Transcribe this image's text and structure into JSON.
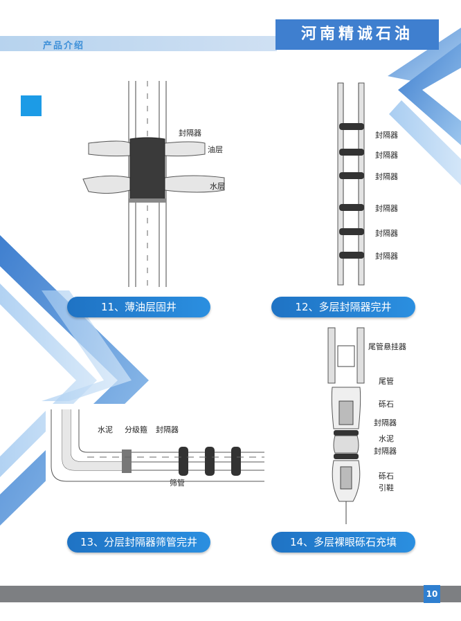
{
  "header": {
    "section_label": "产品介绍",
    "brand_name": "河南精诚石油"
  },
  "figures": [
    {
      "caption": "11、薄油层固井",
      "labels": [
        "封隔器",
        "油层",
        "水层"
      ]
    },
    {
      "caption": "12、多层封隔器完井",
      "labels": [
        "封隔器",
        "封隔器",
        "封隔器",
        "封隔器",
        "封隔器",
        "封隔器"
      ]
    },
    {
      "caption": "13、分层封隔器筛管完井",
      "labels": [
        "水泥",
        "分级箍",
        "封隔器",
        "筛管"
      ]
    },
    {
      "caption": "14、多层裸眼砾石充填",
      "labels": [
        "尾管悬挂器",
        "尾管",
        "砾石",
        "封隔器",
        "水泥",
        "封隔器",
        "砾石",
        "引鞋"
      ]
    }
  ],
  "footer": {
    "page_number": "10"
  },
  "colors": {
    "brand_blue": "#3f7fcf",
    "caption_blue": "#1f73c4",
    "accent_cyan": "#1c9be6",
    "footer_gray": "#7d7f82"
  }
}
